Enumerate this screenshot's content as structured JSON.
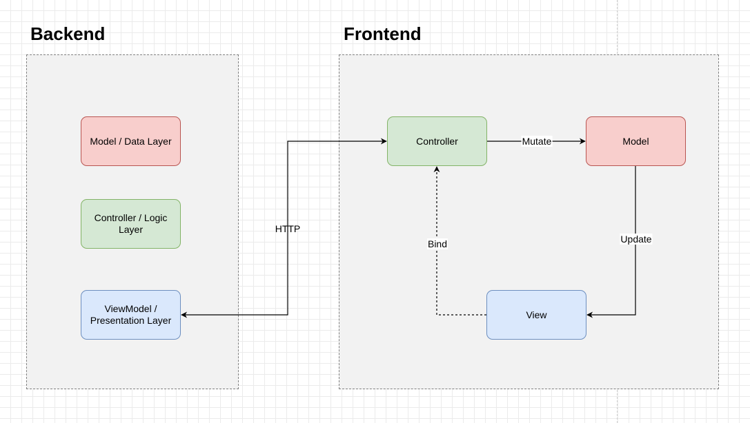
{
  "backend": {
    "title": "Backend",
    "nodes": {
      "model": "Model / Data Layer",
      "controller": "Controller / Logic Layer",
      "viewmodel": "ViewModel / Presentation Layer"
    }
  },
  "frontend": {
    "title": "Frontend",
    "nodes": {
      "controller": "Controller",
      "model": "Model",
      "view": "View"
    }
  },
  "edges": {
    "http": "HTTP",
    "mutate": "Mutate",
    "update": "Update",
    "bind": "Bind"
  },
  "colors": {
    "red_fill": "#f8cecc",
    "red_stroke": "#b85450",
    "green_fill": "#d5e8d4",
    "green_stroke": "#82b366",
    "blue_fill": "#dae8fc",
    "blue_stroke": "#6c8ebf",
    "container_fill": "#f2f2f2"
  }
}
